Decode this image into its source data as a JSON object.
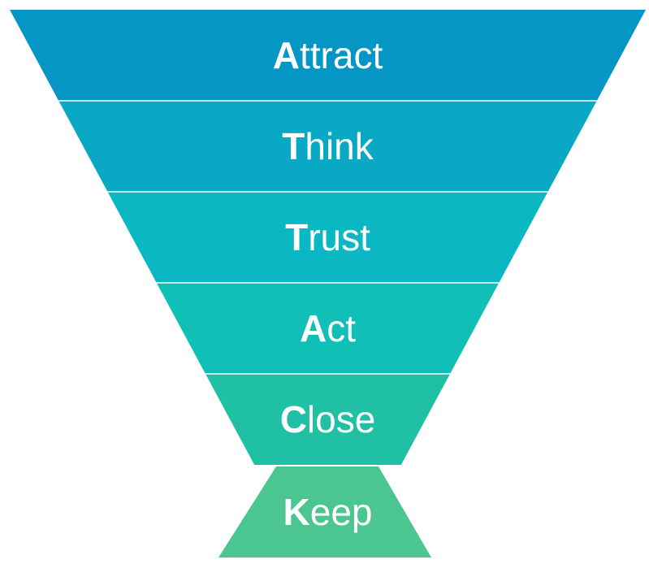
{
  "funnel": {
    "stages": [
      {
        "initial": "A",
        "rest": "ttract",
        "color": "#0596c6"
      },
      {
        "initial": "T",
        "rest": "hink",
        "color": "#09a8c4"
      },
      {
        "initial": "T",
        "rest": "rust",
        "color": "#0ab7c2"
      },
      {
        "initial": "A",
        "rest": "ct",
        "color": "#10bfb6"
      },
      {
        "initial": "C",
        "rest": "lose",
        "color": "#20c0a4"
      },
      {
        "initial": "K",
        "rest": "eep",
        "color": "#4cc690"
      }
    ]
  }
}
